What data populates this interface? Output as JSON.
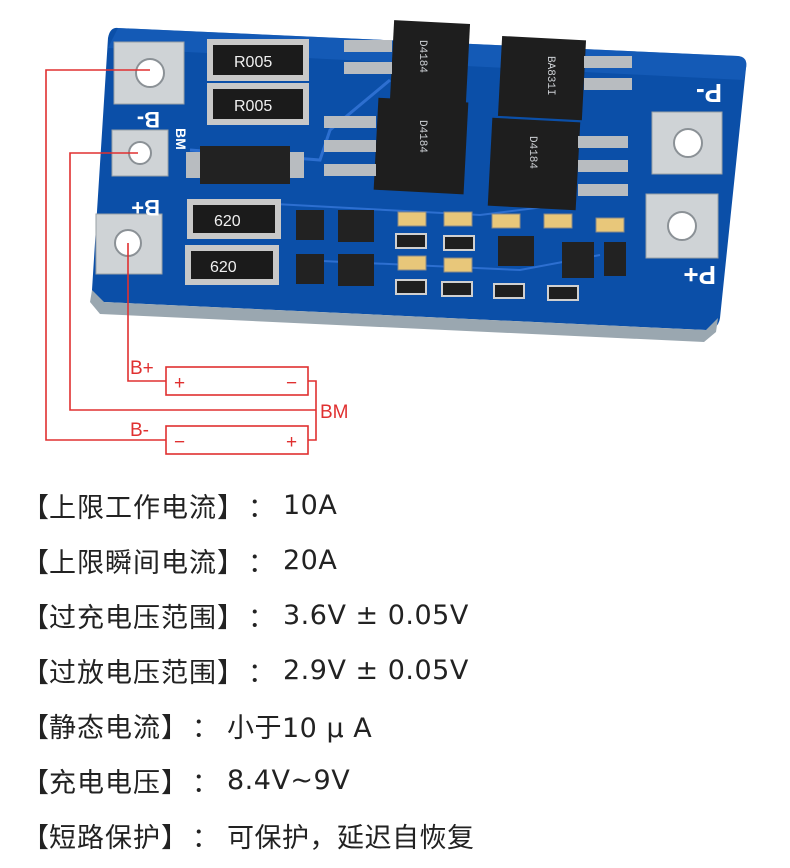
{
  "board": {
    "pad_labels": {
      "b_minus": "B-",
      "bm": "BM",
      "b_plus": "B+",
      "p_minus": "P-",
      "p_plus": "P+"
    },
    "resistor_top_1": "R005",
    "resistor_top_2": "R005",
    "resistor_mid_1": "620",
    "resistor_mid_2": "620",
    "mosfet_marking": "D4184",
    "mosfet_sub_marking": "BA831I"
  },
  "wiring": {
    "b_plus_label": "B+",
    "b_minus_label": "B-",
    "bm_label": "BM",
    "cell1_plus": "+",
    "cell1_minus": "−",
    "cell2_minus": "−",
    "cell2_plus": "+",
    "wire_color": "#e03030"
  },
  "specs": [
    {
      "label": "上限工作电流",
      "value": "10A"
    },
    {
      "label": "上限瞬间电流",
      "value": "20A"
    },
    {
      "label": "过充电压范围",
      "value": "3.6V ± 0.05V"
    },
    {
      "label": "过放电压范围",
      "value": "2.9V ± 0.05V"
    },
    {
      "label": "静态电流",
      "value": "小于10 μ A"
    },
    {
      "label": "充电电压",
      "value": "8.4V~9V"
    },
    {
      "label": "短路保护",
      "value": "可保护，延迟自恢复"
    }
  ],
  "bracket_open": "【",
  "bracket_close": "】",
  "colon": "："
}
